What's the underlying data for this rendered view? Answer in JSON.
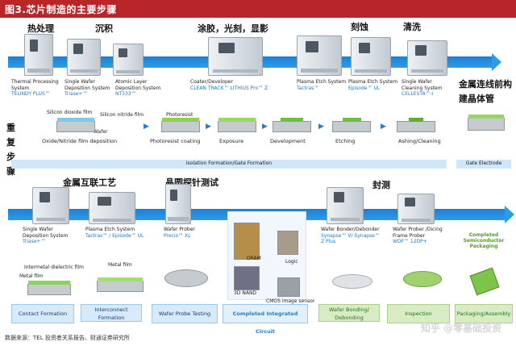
{
  "header": {
    "title": "图3.芯片制造的主要步骤"
  },
  "top_section": {
    "titles": {
      "heat": "热处理",
      "depo": "沉积",
      "coat": "涂胶，光刻，显影",
      "etch": "刻蚀",
      "clean": "清洗"
    },
    "tools": [
      {
        "name": "Thermal Processing System",
        "brand": "TELINDY PLUS™"
      },
      {
        "name": "Single Wafer Deposition System",
        "brand": "Triase+™"
      },
      {
        "name": "Atomic Layer Deposition System",
        "brand": "NT333™"
      },
      {
        "name": "Coater/Developer",
        "brand": "CLEAN TRACK™ LITHIUS Pro™ Z"
      },
      {
        "name": "Plasma Etch System",
        "brand": "Tactras™"
      },
      {
        "name": "Plasma Etch System",
        "brand": "Episode™ UL"
      },
      {
        "name": "Single Wafer Cleaning System",
        "brand": "CELLESTA™-i"
      }
    ],
    "repeat_label": "重复步骤",
    "film_labels": {
      "silicon_dioxide": "Silicon dioxide film",
      "silicon_nitride": "Silicon nitride film",
      "wafer": "Wafer",
      "photoresist": "Photoresist"
    },
    "steps": [
      "Oxide/Nitride film deposition",
      "Photoresist coating",
      "Exposure",
      "Development",
      "Etching",
      "Ashing/Cleaning"
    ],
    "band": "Isolation Formation/Gate Formation",
    "gate_title": "金属连线前构建晶体管",
    "gate_band": "Gate Electrode"
  },
  "bottom_section": {
    "titles": {
      "metal": "金属互联工艺",
      "probe": "晶圆探针测试",
      "package": "封测"
    },
    "tools": [
      {
        "name": "Single Wafer Deposition System",
        "brand": "Triase+™"
      },
      {
        "name": "Plasma Etch System",
        "brand": "Tactras™ / Episode™ UL"
      },
      {
        "name": "Wafer Prober",
        "brand": "Precio™ XL"
      },
      {
        "name": "Wafer Bonder/Debonder",
        "brand": "Synapse™ V/ Synapse™ Z Plus"
      },
      {
        "name": "Wafer Prober /Dicing Frame Prober",
        "brand": "WDF™ 12DP+"
      }
    ],
    "film_labels": {
      "intermetal": "Intermetal dielectric film",
      "metal_film_a": "Metal film",
      "metal_film_b": "Metal film"
    },
    "chip_labels": {
      "dram": "DRAM",
      "logic": "Logic",
      "nand": "3D NAND",
      "cmos": "CMOS image sensor"
    },
    "completed_ic": "Completed Integrated Circuit",
    "completed_pkg": "Completed Semiconductor Packaging",
    "boxes": [
      "Contact Formation",
      "Interconnect Formation",
      "Wafer Probe Testing",
      "Wafer Bonding/ Debonding",
      "Inspection",
      "Packaging/Assembly"
    ]
  },
  "footer": {
    "source": "数据来源：TEL 投资者关系报告、财通证券研究所"
  },
  "watermark": {
    "text": "知乎 @零基础投资"
  }
}
